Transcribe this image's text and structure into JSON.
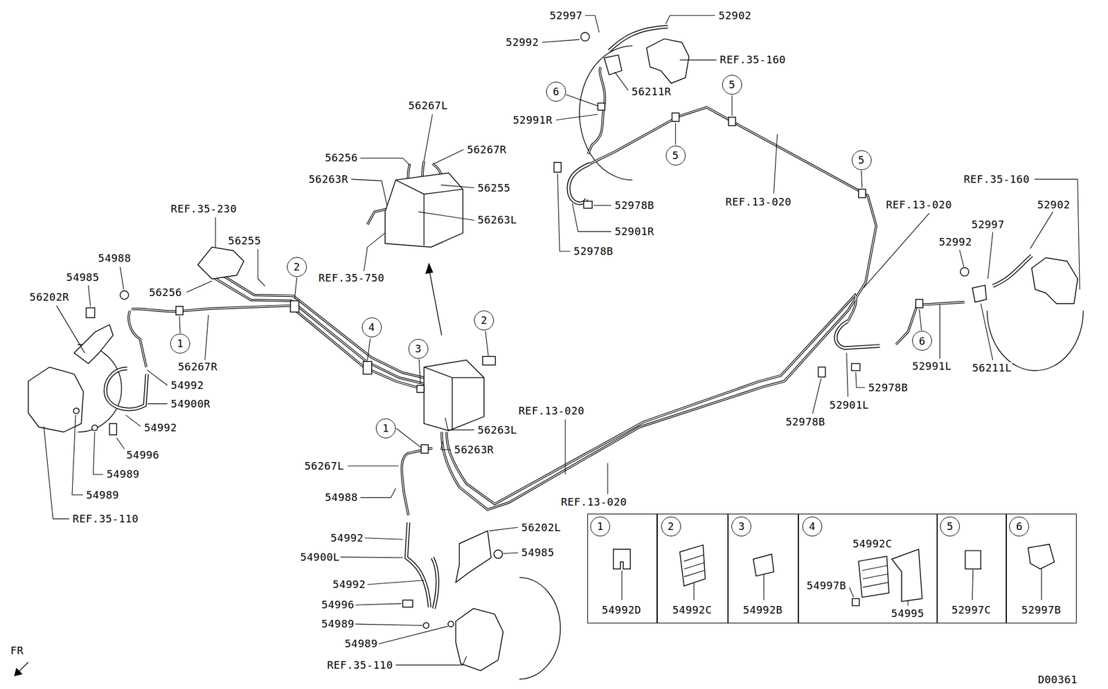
{
  "diagram": {
    "nodes": [
      {
        "text": [
          "5"
        ]
      },
      {
        "text": [
          "6"
        ]
      },
      {
        "text": [
          "5"
        ]
      },
      {
        "text": [
          "5"
        ]
      },
      {
        "text": [
          "2"
        ]
      },
      {
        "text": [
          "2"
        ]
      },
      {
        "text": [
          "4"
        ]
      },
      {
        "text": [
          "6"
        ]
      },
      {
        "text": [
          "1"
        ]
      },
      {
        "text": [
          "3"
        ]
      },
      {
        "text": [
          "1"
        ]
      },
      {
        "text": [
          "54992D"
        ]
      },
      {
        "text": [
          "1"
        ],
        "in": 11
      },
      {
        "text": [
          "54992C"
        ]
      },
      {
        "text": [
          "2"
        ],
        "in": 13
      },
      {
        "text": [
          "54992B"
        ]
      },
      {
        "text": [
          "3"
        ],
        "in": 15
      },
      {
        "text": [
          "54992C",
          "54997B",
          "54995"
        ]
      },
      {
        "text": [
          "4"
        ],
        "in": 17
      },
      {
        "text": [
          "52997C"
        ]
      },
      {
        "text": [
          "5"
        ],
        "in": 19
      },
      {
        "text": [
          "52997B"
        ]
      },
      {
        "text": [
          "6"
        ],
        "in": 21
      }
    ],
    "labels": [
      "52997",
      "52902",
      "52992",
      "REF.35-160",
      "56211R",
      "56267L",
      "52991R",
      "56267R",
      "56256",
      "56263R",
      "REF.35-160",
      "56255",
      "REF.13-020",
      "REF.13-020",
      "52902",
      "52978B",
      "REF.35-230",
      "56263L",
      "52997",
      "52901R",
      "56255",
      "52992",
      "52978B",
      "54988",
      "54985",
      "REF.35-750",
      "56256",
      "56202R",
      "52991L",
      "56267R",
      "56211L",
      "54992",
      "52978B",
      "54900R",
      "52901L",
      "REF.13-020",
      "52978B",
      "54992",
      "56263L",
      "56263R",
      "54996",
      "56267L",
      "54989",
      "54989",
      "54988",
      "REF.13-020",
      "REF.35-110",
      "56202L",
      "54992",
      "54985",
      "54900L",
      "54992",
      "54996",
      "54989",
      "54989",
      "FR",
      "REF.35-110",
      "D00361"
    ]
  }
}
